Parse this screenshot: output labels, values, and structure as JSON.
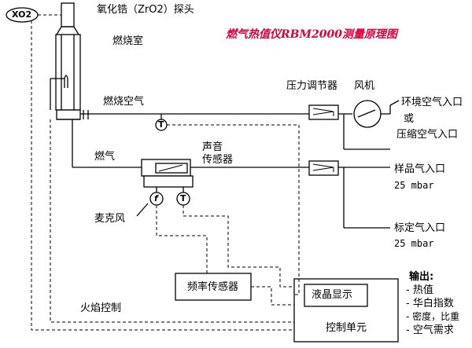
{
  "title": "燃气热值仪RBM2000测量原理图",
  "colors": {
    "title": "#e0003a",
    "line": "#000000"
  },
  "labels": {
    "xo2": "XO2",
    "probe": "氧化锆（ZrO2）探头",
    "chamber": "燃烧室",
    "combustion_air": "燃烧空气",
    "pressure_regulator": "压力调节器",
    "fan": "风机",
    "ambient_air_inlet": "环境空气入口",
    "or": "或",
    "compressed_air_inlet": "压缩空气入口",
    "fuel_gas": "燃气",
    "sound_sensor_line1": "声音",
    "sound_sensor_line2": "传感器",
    "sample_gas_inlet": "样品气入口",
    "sample_gas_pressure": "25 mbar",
    "cal_gas_inlet": "标定气入口",
    "cal_gas_pressure": "25 mbar",
    "microphone": "麦克风",
    "frequency_sensor": "频率传感器",
    "lcd_display": "液晶显示",
    "flame_control": "火焰控制",
    "control_unit": "控制单元",
    "temp_symbol": "T",
    "freq_symbol": "f"
  },
  "outputs": {
    "header": "输出:",
    "items": [
      "- 热值",
      "- 华白指数",
      "- 密度，比重",
      "- 空气需求"
    ]
  }
}
